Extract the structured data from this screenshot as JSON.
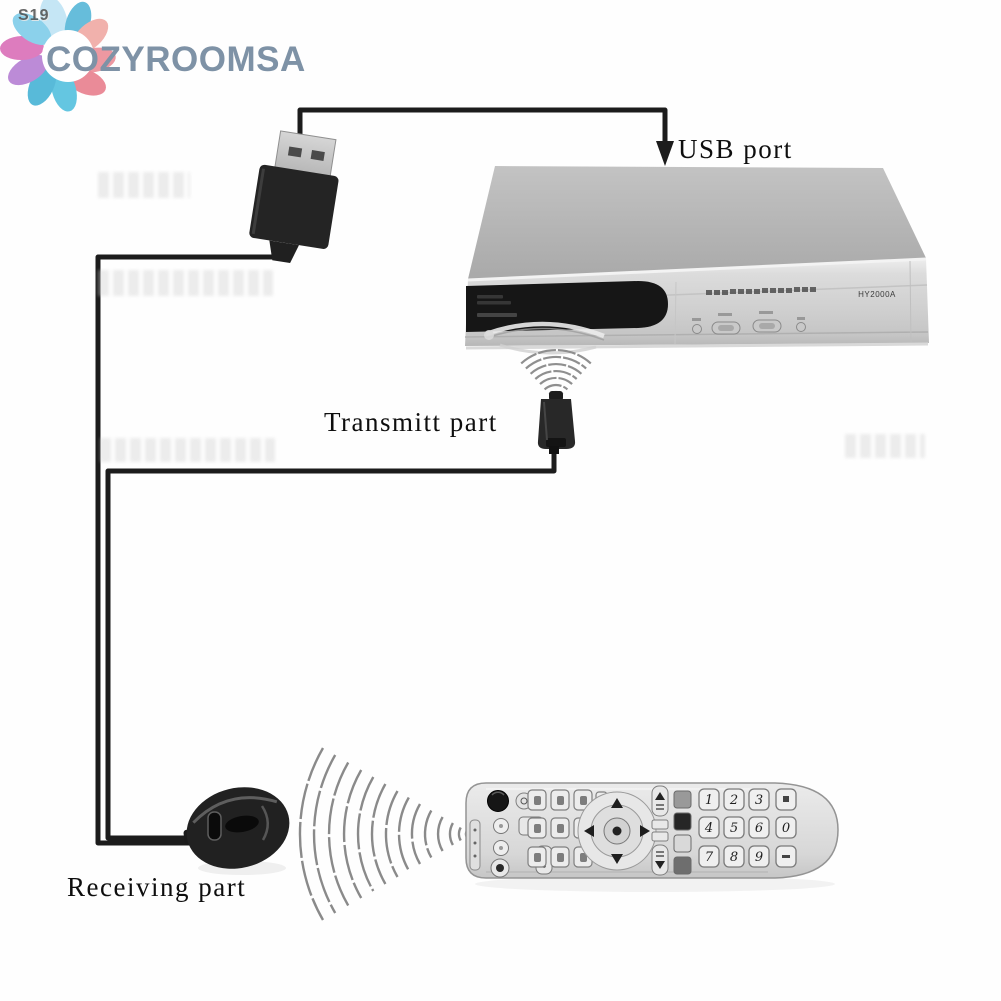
{
  "watermark": {
    "code": "S19"
  },
  "logo": {
    "brand": "COZYROOMSA",
    "brand_color": "#7e92a6",
    "petal_colors": [
      "#bfe4f5",
      "#56b7d8",
      "#f0a9a4",
      "#ec8d98",
      "#e87f8e",
      "#54c0de",
      "#47b3d6",
      "#b57fd3",
      "#da6fb8",
      "#7fcdea"
    ]
  },
  "annotations": {
    "usb_port": "USB port",
    "transmit_part": "Transmitt part",
    "receiving_part": "Receiving part"
  },
  "set_top_box": {
    "model": "HY2000A"
  },
  "remote": {
    "digits": [
      "1",
      "2",
      "3",
      "4",
      "5",
      "6",
      "7",
      "8",
      "9"
    ],
    "zero": "0"
  },
  "colors": {
    "cable": "#1c1c1c",
    "ir_wave": "#8a8a8a",
    "box_top": "#b5b5b5",
    "box_front": "#d6d6d6",
    "display_window": "#161616",
    "remote_body": "#dcdcdc",
    "usb_plug_body": "#242424"
  }
}
